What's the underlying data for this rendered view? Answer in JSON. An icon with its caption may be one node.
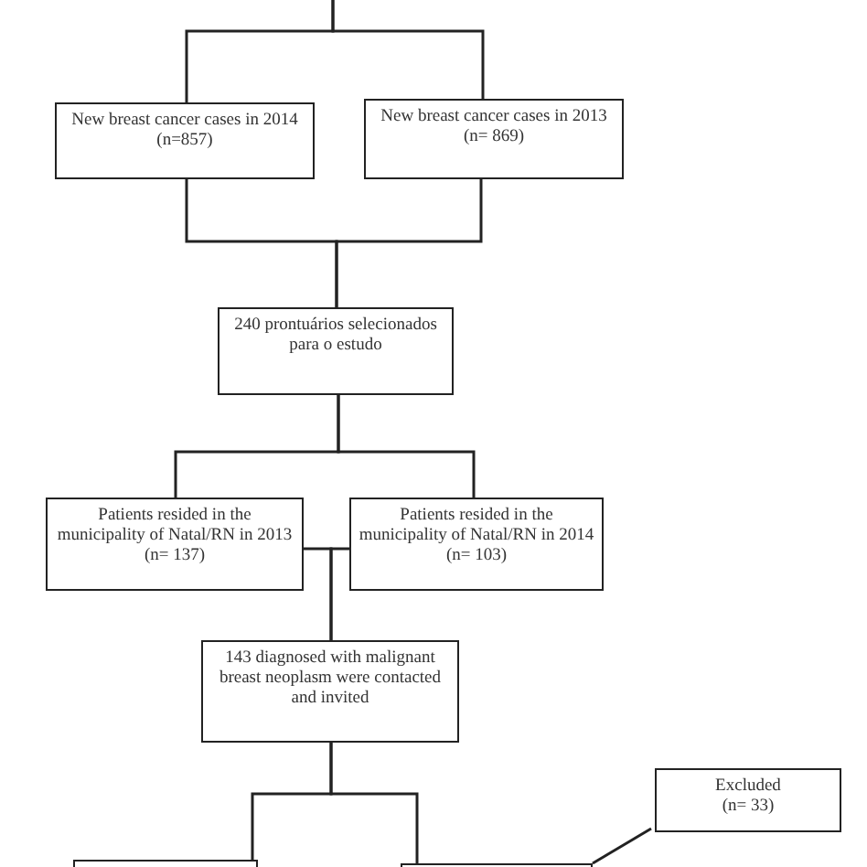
{
  "diagram": {
    "nodes": [
      {
        "text": [
          "New breast cancer cases in 2014 (n=857)"
        ]
      },
      {
        "text": [
          "New breast cancer cases in 2013 (n= 869)"
        ]
      },
      {
        "text": [
          "240 prontuários selecionados para o estudo"
        ]
      },
      {
        "text": [
          "Patients resided in the municipality of Natal/RN in 2013 (n= 137)"
        ]
      },
      {
        "text": [
          "Patients resided in the municipality of Natal/RN in 2014 (n= 103)"
        ]
      },
      {
        "text": [
          "143 diagnosed with malignant breast neoplasm were contacted and invited"
        ]
      },
      {
        "text": [],
        "shape": "box"
      },
      {
        "text": [],
        "shape": "box"
      },
      {
        "text": [
          "Excluded (n= 33)"
        ]
      }
    ],
    "edges": [
      {
        "from": null,
        "to": 0,
        "arrow": "none"
      },
      {
        "from": null,
        "to": 1,
        "arrow": "none"
      },
      {
        "from": 0,
        "to": 2,
        "arrow": "none"
      },
      {
        "from": 1,
        "to": 2,
        "arrow": "none"
      },
      {
        "from": 2,
        "to": 3,
        "arrow": "none"
      },
      {
        "from": 2,
        "to": 4,
        "arrow": "none"
      },
      {
        "from": 3,
        "to": 5,
        "arrow": "none"
      },
      {
        "from": 4,
        "to": 5,
        "arrow": "none"
      },
      {
        "from": 5,
        "to": 6,
        "arrow": "none"
      },
      {
        "from": 5,
        "to": 7,
        "arrow": "none"
      },
      {
        "from": 7,
        "to": 8,
        "arrow": "none"
      }
    ]
  }
}
